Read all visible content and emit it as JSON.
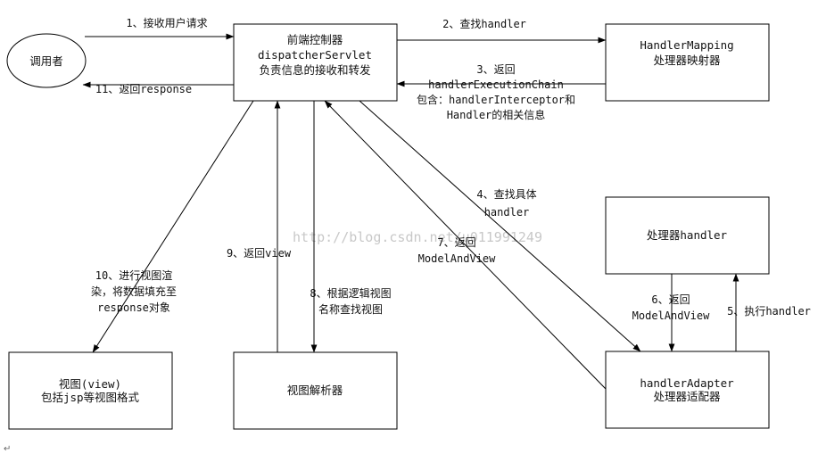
{
  "nodes": {
    "caller": {
      "label": "调用者"
    },
    "dispatcher": {
      "lines": [
        "前端控制器",
        "dispatcherServlet",
        "负责信息的接收和转发"
      ]
    },
    "handler_mapping": {
      "lines": [
        "HandlerMapping",
        "处理器映射器"
      ]
    },
    "handler": {
      "lines": [
        "处理器handler"
      ]
    },
    "handler_adapter": {
      "lines": [
        "handlerAdapter",
        "处理器适配器"
      ]
    },
    "view": {
      "lines": [
        "视图(view)",
        "包括jsp等视图格式"
      ]
    },
    "view_resolver": {
      "lines": [
        "视图解析器"
      ]
    }
  },
  "edges": {
    "e1": {
      "lines": [
        "1、接收用户请求"
      ]
    },
    "e2": {
      "lines": [
        "2、查找handler"
      ]
    },
    "e3": {
      "lines": [
        "3、返回",
        "handlerExecutionChain",
        "包含：handlerInterceptor和",
        "Handler的相关信息"
      ]
    },
    "e4": {
      "lines": [
        "4、查找具体",
        "handler"
      ]
    },
    "e5": {
      "lines": [
        "5、执行handler"
      ]
    },
    "e6": {
      "lines": [
        "6、返回",
        "ModelAndView"
      ]
    },
    "e7": {
      "lines": [
        "7、返回",
        "ModelAndView"
      ]
    },
    "e8": {
      "lines": [
        "8、根据逻辑视图",
        "名称查找视图"
      ]
    },
    "e9": {
      "lines": [
        "9、返回view"
      ]
    },
    "e10": {
      "lines": [
        "10、进行视图渲",
        "染，将数据填充至",
        "response对象"
      ]
    },
    "e11": {
      "lines": [
        "11、返回response"
      ]
    }
  },
  "watermark": "http://blog.csdn.net/u011991249",
  "return_mark": "↵"
}
